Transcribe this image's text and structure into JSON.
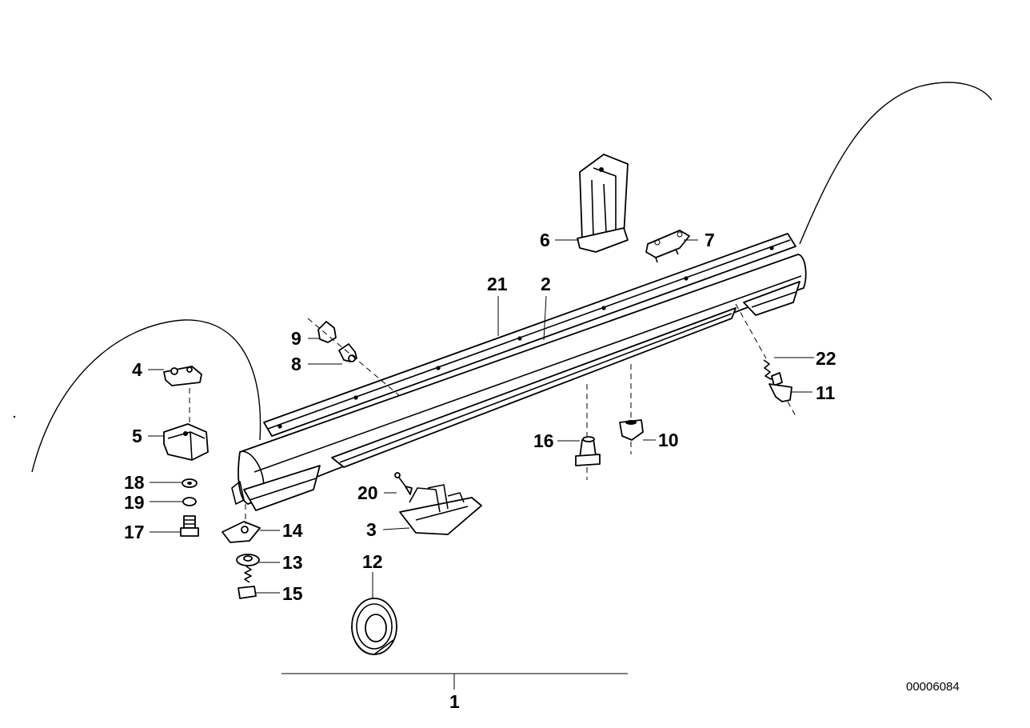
{
  "diagram": {
    "reference_number": "00006084",
    "callouts": {
      "c1": "1",
      "c2": "2",
      "c3": "3",
      "c4": "4",
      "c5": "5",
      "c6": "6",
      "c7": "7",
      "c8": "8",
      "c9": "9",
      "c10": "10",
      "c11": "11",
      "c12": "12",
      "c13": "13",
      "c14": "14",
      "c15": "15",
      "c16": "16",
      "c17": "17",
      "c18": "18",
      "c19": "19",
      "c20": "20",
      "c21": "21",
      "c22": "22"
    }
  }
}
